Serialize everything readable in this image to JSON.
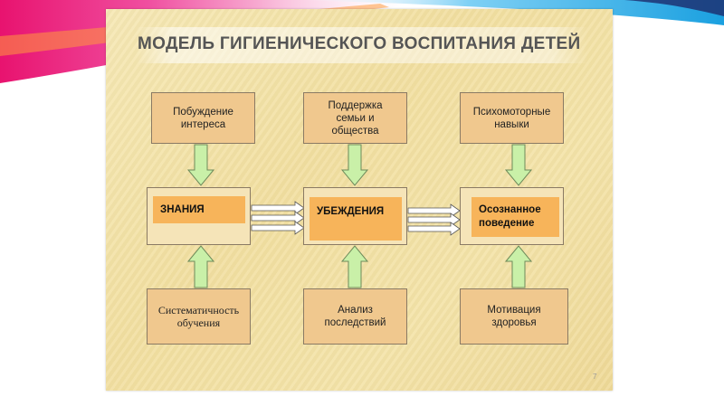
{
  "title": "МОДЕЛЬ ГИГИЕНИЧЕСКОГО ВОСПИТАНИЯ ДЕТЕЙ",
  "top_boxes": [
    {
      "lines": [
        "Побуждение",
        "интереса"
      ]
    },
    {
      "lines": [
        "Поддержка",
        "семьи и",
        "общества"
      ]
    },
    {
      "lines": [
        "Психомоторные",
        "навыки"
      ]
    }
  ],
  "core_boxes": [
    {
      "lines": [
        "ЗНАНИЯ"
      ]
    },
    {
      "lines": [
        "УБЕЖДЕНИЯ"
      ]
    },
    {
      "lines": [
        "Осознанное",
        "поведение"
      ]
    }
  ],
  "bottom_boxes": [
    {
      "lines": [
        "Систематичность",
        "обучения"
      ]
    },
    {
      "lines": [
        "Анализ",
        "последствий"
      ]
    },
    {
      "lines": [
        "Мотивация",
        "здоровья"
      ]
    }
  ],
  "page_number": "7",
  "colors": {
    "slide_bg": "#f4e3a8",
    "box_fill": "#f0c88e",
    "core_highlight": "#f7b45a",
    "arrow_fill": "#c9f0a8",
    "border": "#8a7a64"
  }
}
